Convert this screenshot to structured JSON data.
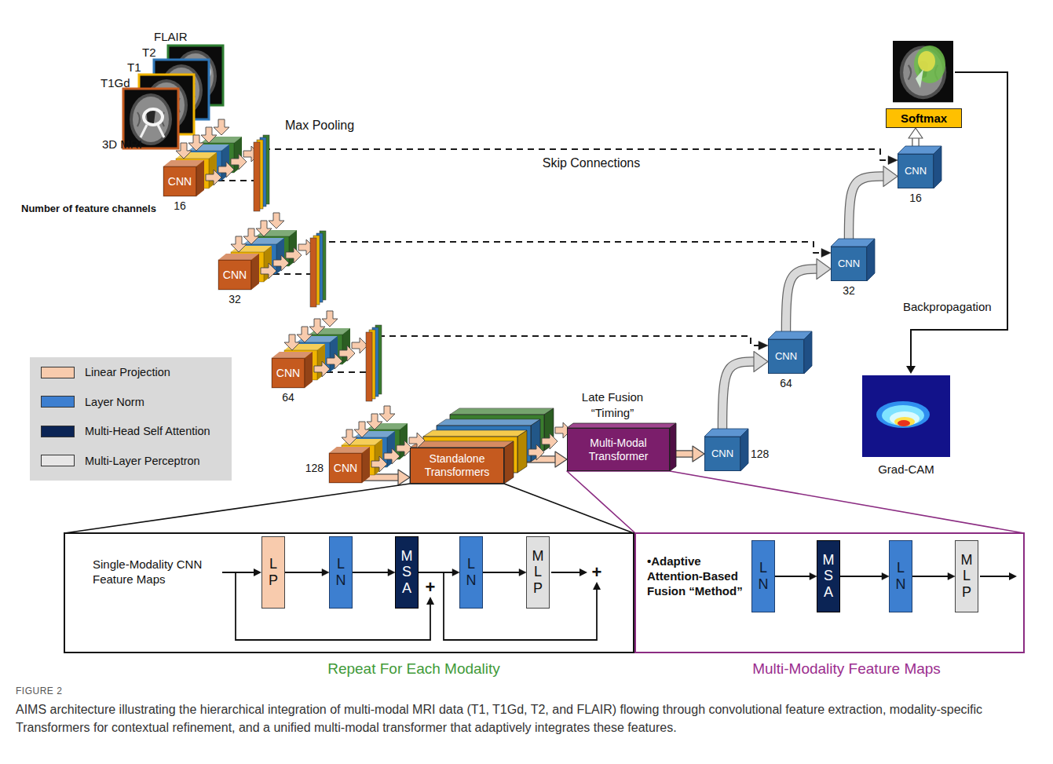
{
  "diagram": {
    "caption": "AIMS architecture illustrating the hierarchical integration of multi-modal MRI data (T1, T1Gd, T2, and FLAIR) flowing through convolutional feature extraction, modality-specific Transformers for contextual refinement, and a unified multi-modal transformer that adaptively integrates these features.",
    "nodes": [
      {
        "text": [
          "CNN",
          "16"
        ]
      },
      {
        "text": [
          "CNN",
          "32"
        ]
      },
      {
        "text": [
          "CNN",
          "64"
        ]
      },
      {
        "text": [
          "CNN",
          "128"
        ]
      },
      {
        "text": [
          "Standalone Transformers"
        ]
      },
      {
        "text": [
          "Multi-Modal Transformer"
        ]
      },
      {
        "text": [
          "CNN",
          "128"
        ]
      },
      {
        "text": [
          "CNN",
          "64"
        ]
      },
      {
        "text": [
          "CNN",
          "32"
        ]
      },
      {
        "text": [
          "CNN",
          "16"
        ]
      },
      {
        "text": [
          "Softmax"
        ]
      },
      {
        "text": [
          "Single-Modality CNN Feature Maps",
          "Repeat For Each Modality"
        ]
      },
      {
        "text": [
          "L P"
        ],
        "in": 11
      },
      {
        "text": [
          "L N"
        ],
        "in": 11
      },
      {
        "text": [
          "M S A"
        ],
        "in": 11
      },
      {
        "text": [
          "L N"
        ],
        "in": 11
      },
      {
        "text": [
          "M L P"
        ],
        "in": 11
      },
      {
        "text": [
          "•Adaptive Attention-Based Fusion “Method”",
          "Multi-Modality Feature Maps"
        ]
      },
      {
        "text": [
          "L N"
        ],
        "in": 17
      },
      {
        "text": [
          "M S A"
        ],
        "in": 17
      },
      {
        "text": [
          "L N"
        ],
        "in": 17
      },
      {
        "text": [
          "M L P"
        ],
        "in": 17
      }
    ],
    "edges": [
      {
        "from": 3,
        "to": 4,
        "arrow": "to"
      },
      {
        "from": 4,
        "to": 5,
        "arrow": "to"
      },
      {
        "from": 5,
        "to": 6,
        "arrow": "to"
      },
      {
        "from": 6,
        "to": 7,
        "arrow": "to"
      },
      {
        "from": 7,
        "to": 8,
        "arrow": "to"
      },
      {
        "from": 8,
        "to": 9,
        "arrow": "to"
      },
      {
        "from": 9,
        "to": 10,
        "arrow": "to"
      },
      {
        "from": 0,
        "to": 9,
        "label": "Skip Connections",
        "arrow": "to"
      },
      {
        "from": 1,
        "to": 8,
        "arrow": "to"
      },
      {
        "from": 2,
        "to": 7,
        "arrow": "to"
      },
      {
        "from": 4,
        "to": 11,
        "arrow": "none"
      },
      {
        "from": 5,
        "to": 17,
        "arrow": "none"
      },
      {
        "from": 12,
        "to": 13,
        "arrow": "to"
      },
      {
        "from": 13,
        "to": 14,
        "arrow": "to"
      },
      {
        "from": 14,
        "to": 15,
        "arrow": "to"
      },
      {
        "from": 15,
        "to": 16,
        "arrow": "to"
      },
      {
        "from": 18,
        "to": 19,
        "arrow": "to"
      },
      {
        "from": 19,
        "to": 20,
        "arrow": "to"
      },
      {
        "from": 20,
        "to": 21,
        "arrow": "to"
      }
    ],
    "labels": [
      "FLAIR",
      "T2",
      "T1",
      "T1Gd",
      "3D MRI",
      "Max Pooling",
      "Number of feature channels",
      "Late Fusion “Timing”",
      "Backpropagation",
      "Grad-CAM",
      "+",
      "+",
      "FIGURE 2"
    ],
    "legend": [
      {
        "text": "Linear Projection",
        "color": "#f8cbad"
      },
      {
        "text": "Layer Norm",
        "color": "#3d7fd0"
      },
      {
        "text": "Multi-Head Self Attention",
        "color": "#0b2455"
      },
      {
        "text": "Multi-Layer Perceptron",
        "color": "#e7e6e6"
      }
    ]
  }
}
